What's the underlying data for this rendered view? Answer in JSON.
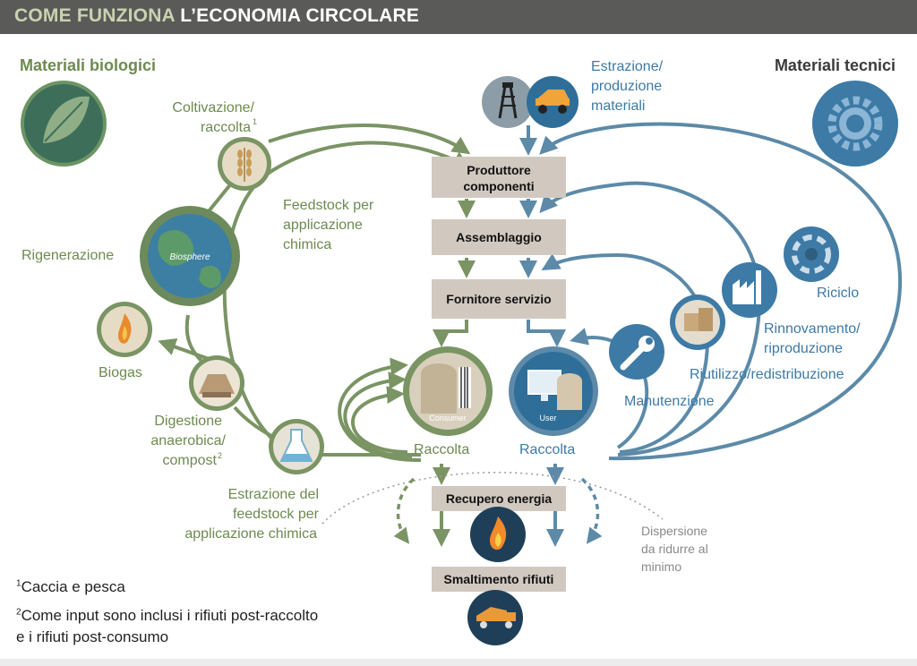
{
  "header": {
    "prefix": "COME FUNZIONA",
    "title": "L’ECONOMIA CIRCOLARE"
  },
  "sections": {
    "bio": "Materiali biologici",
    "tech": "Materiali tecnici"
  },
  "bio_labels": {
    "coltivazione_1": "Coltivazione/",
    "coltivazione_2": "raccolta",
    "coltivazione_sup": "1",
    "rigenerazione": "Rigenerazione",
    "biogas": "Biogas",
    "digestione_1": "Digestione",
    "digestione_2": "anaerobica/",
    "digestione_3": "compost",
    "digestione_sup": "2",
    "estrazione_1": "Estrazione del",
    "estrazione_2": "feedstock per",
    "estrazione_3": "applicazione chimica",
    "feedstock_1": "Feedstock per",
    "feedstock_2": "applicazione",
    "feedstock_3": "chimica",
    "raccolta": "Raccolta",
    "biosphere": "Biosphere",
    "consumer": "Consumer"
  },
  "tech_labels": {
    "estrazione_1": "Estrazione/",
    "estrazione_2": "produzione",
    "estrazione_3": "materiali",
    "riciclo": "Riciclo",
    "rinnovamento_1": "Rinnovamento/",
    "rinnovamento_2": "riproduzione",
    "riutilizzo": "Riutilizzo/redistribuzione",
    "manutenzione": "Manutenzione",
    "raccolta": "Raccolta",
    "user": "User",
    "dispersione_1": "Dispersione",
    "dispersione_2": "da ridurre al",
    "dispersione_3": "minimo"
  },
  "stages": {
    "produttore_1": "Produttore",
    "produttore_2": "componenti",
    "assemblaggio": "Assemblaggio",
    "fornitore": "Fornitore servizio",
    "recupero": "Recupero energia",
    "smaltimento": "Smaltimento rifiuti"
  },
  "footnotes": {
    "n1_sup": "1",
    "n1": "Caccia e pesca",
    "n2_sup": "2",
    "n2_a": "Come input sono inclusi i rifiuti post-raccolto",
    "n2_b": "e i rifiuti post-consumo"
  },
  "colors": {
    "green": "#7a9464",
    "green_dark": "#5e7a4c",
    "blue": "#5c8aa8",
    "blue_circle": "#2f6e98",
    "box": "#d1c9c0",
    "header_bg": "#5a5a58",
    "header_accent": "#c9d2b0"
  },
  "icons": [
    "leaf-icon",
    "gear-icon",
    "wheat-icon",
    "globe-icon",
    "flame-icon",
    "compost-icon",
    "flask-icon",
    "consumer-icon",
    "oil-rig-icon",
    "mining-truck-icon",
    "recycle-icon",
    "factory-icon",
    "boxes-icon",
    "wrench-icon",
    "user-computer-icon",
    "fire-icon",
    "dump-truck-icon"
  ]
}
